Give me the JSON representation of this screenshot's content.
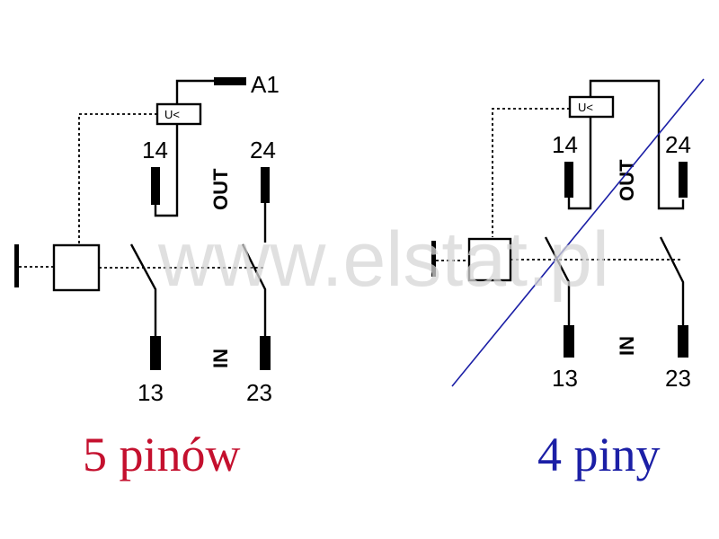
{
  "watermark": "www.elstat.pl",
  "left_diagram": {
    "supply_label": "A1",
    "relay_label": "U<",
    "pins": {
      "top_left": "14",
      "top_right": "24",
      "bottom_left": "13",
      "bottom_right": "23"
    },
    "out_label": "OUT",
    "in_label": "IN",
    "caption": "5 pinów",
    "caption_color": "#c4102e"
  },
  "right_diagram": {
    "relay_label": "U<",
    "pins": {
      "top_left": "14",
      "top_right": "24",
      "bottom_left": "13",
      "bottom_right": "23"
    },
    "out_label": "OUT",
    "in_label": "IN",
    "caption": "4 piny",
    "caption_color": "#1b1fa6",
    "strike_color": "#1b1fa6"
  }
}
